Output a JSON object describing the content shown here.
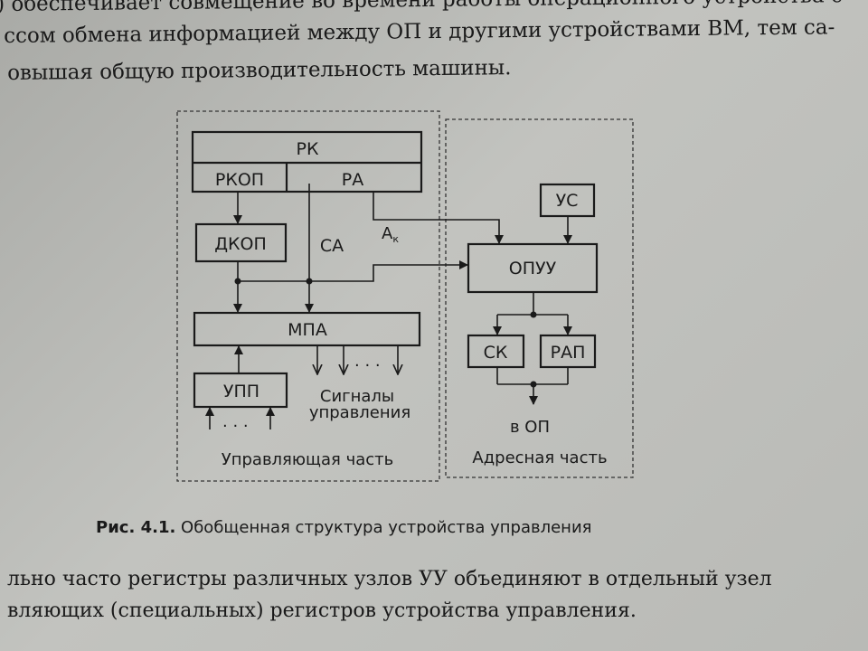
{
  "body_text": {
    "top_lines": [
      ") обеспечивает совмещение во времени работы операционного устройства с",
      "ссом обмена информацией между ОП и другими устройствами ВМ, тем са-",
      "овышая общую производительность машины."
    ],
    "bottom_lines": [
      "льно часто регистры различных узлов УУ объединяют в отдельный узел",
      "вляющих (специальных) регистров устройства управления."
    ]
  },
  "figure": {
    "caption_label": "Рис. 4.1.",
    "caption_text": " Обобщенная структура устройства управления",
    "blocks": {
      "rk": "РК",
      "rkop": "РКОП",
      "ra": "РА",
      "dkop": "ДКОП",
      "ca": "СА",
      "ak": "А",
      "ak_sub": "к",
      "mpa": "МПА",
      "upp": "УПП",
      "signals_line1": "Сигналы",
      "signals_line2": "управления",
      "us": "УС",
      "opuu": "ОПУУ",
      "sk": "СК",
      "rap": "РАП",
      "to_op": "в ОП",
      "dots": ". . ."
    },
    "regions": {
      "control_part": "Управляющая часть",
      "address_part": "Адресная часть"
    }
  }
}
